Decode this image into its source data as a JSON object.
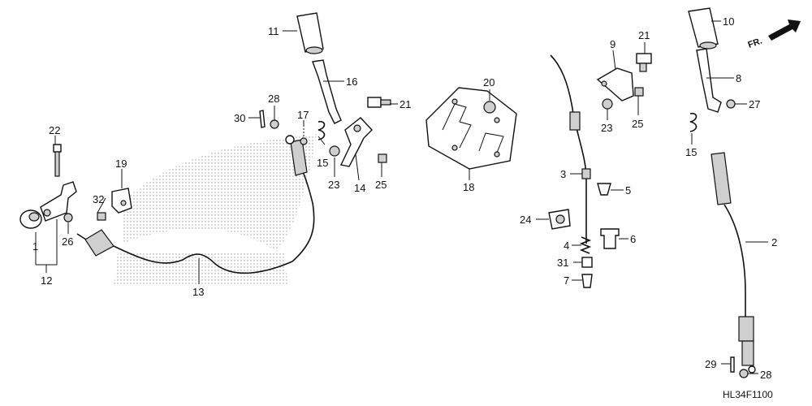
{
  "diagram_code": "HL34F1100",
  "direction_label": "FR.",
  "callouts": [
    {
      "label": "1"
    },
    {
      "label": "12"
    },
    {
      "label": "22"
    },
    {
      "label": "26"
    },
    {
      "label": "32"
    },
    {
      "label": "19"
    },
    {
      "label": "13"
    },
    {
      "label": "11"
    },
    {
      "label": "16"
    },
    {
      "label": "30"
    },
    {
      "label": "28"
    },
    {
      "label": "17"
    },
    {
      "label": "21"
    },
    {
      "label": "15"
    },
    {
      "label": "23"
    },
    {
      "label": "14"
    },
    {
      "label": "25"
    },
    {
      "label": "20"
    },
    {
      "label": "18"
    },
    {
      "label": "9"
    },
    {
      "label": "21"
    },
    {
      "label": "23"
    },
    {
      "label": "25"
    },
    {
      "label": "3"
    },
    {
      "label": "5"
    },
    {
      "label": "24"
    },
    {
      "label": "6"
    },
    {
      "label": "4"
    },
    {
      "label": "31"
    },
    {
      "label": "7"
    },
    {
      "label": "10"
    },
    {
      "label": "8"
    },
    {
      "label": "27"
    },
    {
      "label": "15"
    },
    {
      "label": "2"
    },
    {
      "label": "29"
    },
    {
      "label": "28"
    }
  ]
}
